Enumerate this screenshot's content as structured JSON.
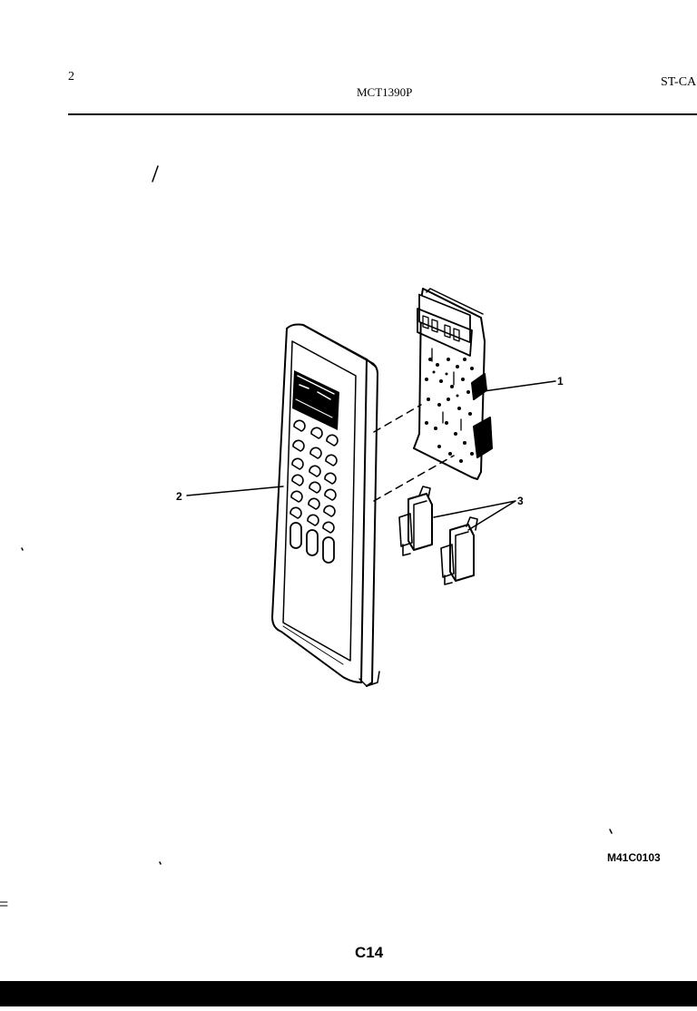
{
  "header": {
    "page_number": "2",
    "model": "MCT1390P",
    "section": "ST-CA"
  },
  "callouts": {
    "item_1": "1",
    "item_2": "2",
    "item_3": "3"
  },
  "parts": [
    {
      "callout": "1",
      "depicts": "control circuit board with digital display"
    },
    {
      "callout": "2",
      "depicts": "control panel keypad assembly"
    },
    {
      "callout": "3",
      "depicts": "door switches (2)"
    }
  ],
  "footer": {
    "drawing_code": "M41C0103",
    "page_code": "C14"
  },
  "colors": {
    "ink": "#000000",
    "paper": "#ffffff"
  }
}
